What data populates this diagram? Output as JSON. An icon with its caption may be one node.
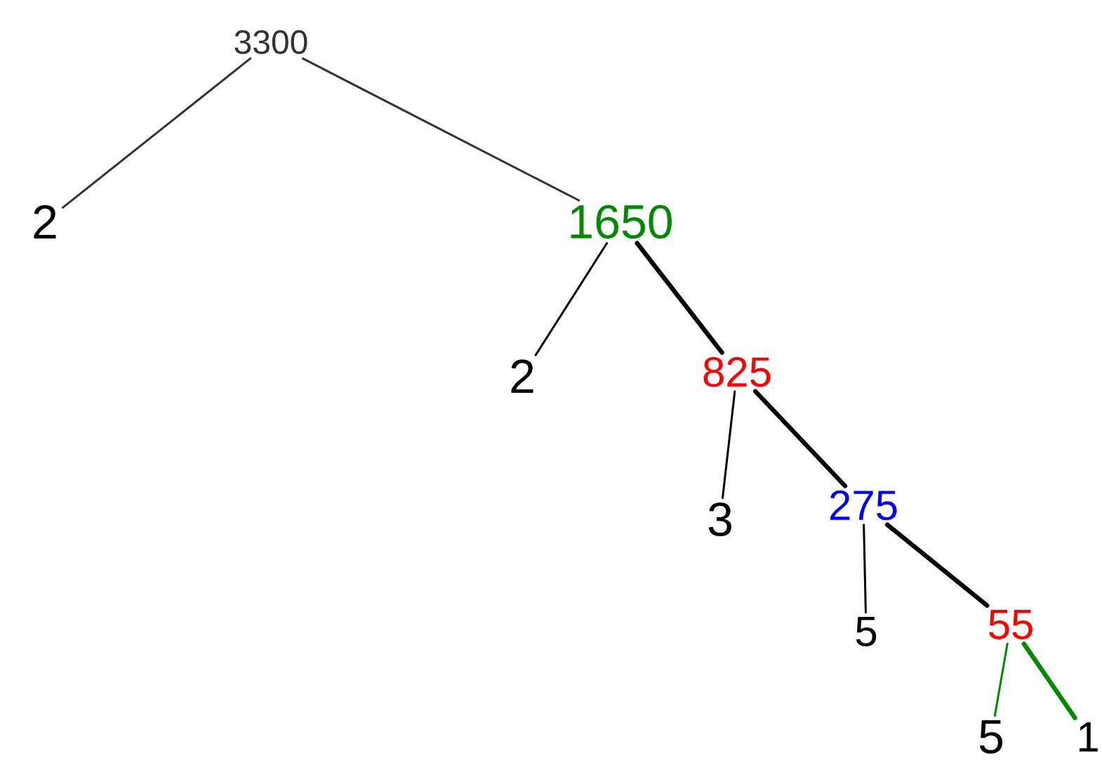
{
  "diagram": {
    "nodes": [
      {
        "text": [
          "3300"
        ]
      },
      {
        "text": [
          "2"
        ]
      },
      {
        "text": [
          "1650"
        ]
      },
      {
        "text": [
          "2"
        ]
      },
      {
        "text": [
          "825"
        ]
      },
      {
        "text": [
          "3"
        ]
      },
      {
        "text": [
          "275"
        ]
      },
      {
        "text": [
          "5"
        ]
      },
      {
        "text": [
          "55"
        ]
      },
      {
        "text": [
          "5"
        ]
      },
      {
        "text": [
          "1"
        ]
      }
    ],
    "edges": [
      {
        "from": 0,
        "to": 1,
        "arrow": "none",
        "color": "#333333"
      },
      {
        "from": 0,
        "to": 2,
        "arrow": "none",
        "color": "#333333"
      },
      {
        "from": 2,
        "to": 3,
        "arrow": "none"
      },
      {
        "from": 2,
        "to": 4,
        "arrow": "none",
        "style": "thick"
      },
      {
        "from": 4,
        "to": 5,
        "arrow": "none"
      },
      {
        "from": 4,
        "to": 6,
        "arrow": "none",
        "style": "thick"
      },
      {
        "from": 6,
        "to": 7,
        "arrow": "none"
      },
      {
        "from": 6,
        "to": 8,
        "arrow": "none",
        "style": "thick"
      },
      {
        "from": 8,
        "to": 9,
        "arrow": "none",
        "color": "#008a00"
      },
      {
        "from": 8,
        "to": 10,
        "arrow": "none",
        "style": "thick",
        "color": "#008a00"
      }
    ]
  }
}
